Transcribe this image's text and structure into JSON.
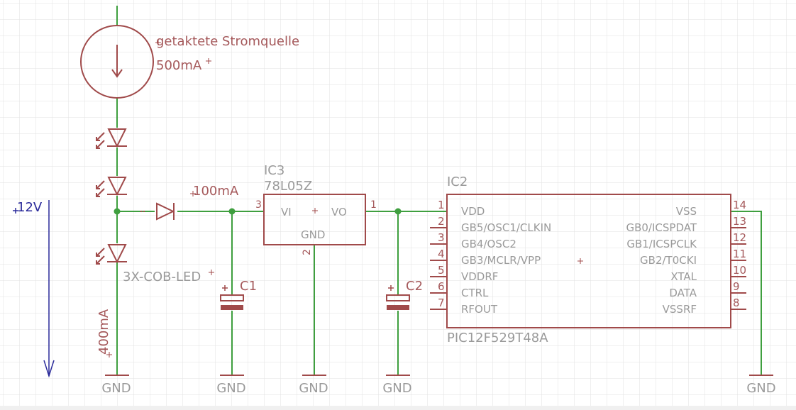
{
  "colors": {
    "background": "#ffffff",
    "grid": "#e2e2e2",
    "wire": "#3f9f3f",
    "junction": "#3f9f3f",
    "symbol": "#a04a4a",
    "label": "#a5595b",
    "ground_label": "#9a9a9a",
    "arrow": "#2a2a9a"
  },
  "current_source": {
    "name": "getaktete Stromquelle",
    "value": "500mA"
  },
  "leds": {
    "name": "3X-COB-LED",
    "current": "400mA"
  },
  "diode": {
    "current": "100mA"
  },
  "supply": {
    "label": "12V"
  },
  "ic3": {
    "name": "IC3",
    "value": "78L05Z",
    "vi": "VI",
    "vo": "VO",
    "gnd": "GND",
    "pin_vi": "3",
    "pin_vo": "1",
    "pin_gnd": "2"
  },
  "c1": {
    "name": "C1"
  },
  "c2": {
    "name": "C2"
  },
  "ic2": {
    "name": "IC2",
    "value": "PIC12F529T48A",
    "left_pins": [
      {
        "num": "1",
        "label": "VDD"
      },
      {
        "num": "2",
        "label": "GB5/OSC1/CLKIN"
      },
      {
        "num": "3",
        "label": "GB4/OSC2"
      },
      {
        "num": "4",
        "label": "GB3/MCLR/VPP"
      },
      {
        "num": "5",
        "label": "VDDRF"
      },
      {
        "num": "6",
        "label": "CTRL"
      },
      {
        "num": "7",
        "label": "RFOUT"
      }
    ],
    "right_pins": [
      {
        "num": "14",
        "label": "VSS"
      },
      {
        "num": "13",
        "label": "GB0/ICSPDAT"
      },
      {
        "num": "12",
        "label": "GB1/ICSPCLK"
      },
      {
        "num": "11",
        "label": "GB2/T0CKI"
      },
      {
        "num": "10",
        "label": "XTAL"
      },
      {
        "num": "9",
        "label": "DATA"
      },
      {
        "num": "8",
        "label": "VSSRF"
      }
    ]
  },
  "grounds": [
    {
      "id": "gnd-leds",
      "label": "GND"
    },
    {
      "id": "gnd-c1",
      "label": "GND"
    },
    {
      "id": "gnd-ic3",
      "label": "GND"
    },
    {
      "id": "gnd-c2",
      "label": "GND"
    },
    {
      "id": "gnd-ic2",
      "label": "GND"
    }
  ]
}
